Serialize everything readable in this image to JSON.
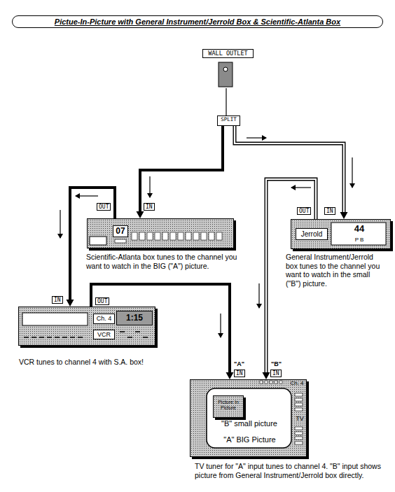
{
  "diagram": {
    "title": "Pictue-In-Picture with General Instrument/Jerrold Box & Scientific-Atlanta Box",
    "nodes": [
      {
        "text": [
          "WALL OUTLET"
        ]
      },
      {
        "text": [
          "SPLIT"
        ]
      },
      {
        "text": [
          "07",
          "Scientific-Atlanta box tunes to the channel you want to watch in the BIG (\"A\") picture."
        ]
      },
      {
        "text": [
          "Jerrold",
          "44",
          "P B",
          "General Instrument/Jerrold box tunes to the channel you want to watch in the small (\"B\") picture."
        ]
      },
      {
        "text": [
          "Ch. 4",
          "1:15",
          "VCR",
          "VCR tunes to channel 4 with S.A. box!"
        ]
      },
      {
        "text": [
          "Ch. 4",
          "TV",
          "\"B\" small picture",
          "\"A\" BIG Picture",
          "TV tuner for \"A\" input tunes to channel 4. \"B\" input shows picture from General Instrument/Jerrold box directly."
        ]
      },
      {
        "text": [
          "Picture In Picture"
        ],
        "in": 5
      }
    ],
    "edges": [
      {
        "from": 0,
        "to": 1,
        "arrow": "none"
      },
      {
        "from": 1,
        "to": 2,
        "arrow": "to"
      },
      {
        "from": 1,
        "to": 3,
        "arrow": "to"
      },
      {
        "from": 2,
        "to": 4,
        "arrow": "to"
      },
      {
        "from": 4,
        "to": 5,
        "arrow": "to"
      },
      {
        "from": 3,
        "to": 5,
        "arrow": "to"
      }
    ],
    "labels": [
      "OUT",
      "IN",
      "OUT",
      "IN",
      "IN",
      "OUT",
      "\"A\"",
      "IN",
      "\"B\"",
      "IN"
    ]
  }
}
